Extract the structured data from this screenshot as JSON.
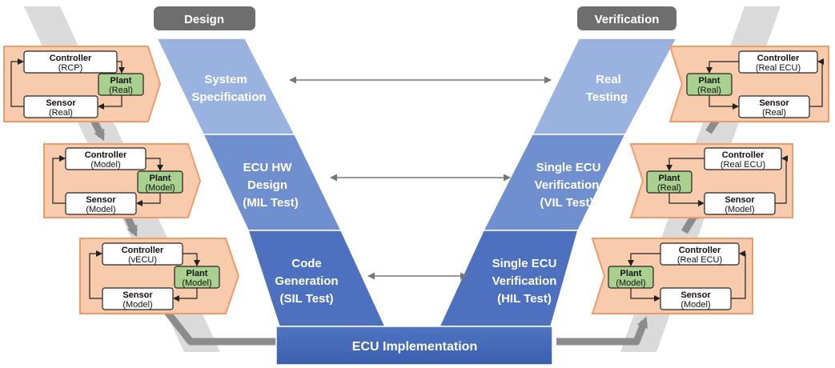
{
  "headers": {
    "design": "Design",
    "verification": "Verification"
  },
  "v_model": {
    "left": [
      {
        "lines": [
          "System",
          "Specification"
        ]
      },
      {
        "lines": [
          "ECU HW",
          "Design",
          "(MIL Test)"
        ]
      },
      {
        "lines": [
          "Code",
          "Generation",
          "(SIL Test)"
        ]
      }
    ],
    "right": [
      {
        "lines": [
          "Real",
          "Testing"
        ]
      },
      {
        "lines": [
          "Single ECU",
          "Verification",
          "(VIL Test)"
        ]
      },
      {
        "lines": [
          "Single ECU",
          "Verification",
          "(HIL Test)"
        ]
      }
    ],
    "bottom": "ECU Implementation"
  },
  "loops": {
    "left": [
      {
        "controller": "Controller",
        "controller_sub": "(RCP)",
        "plant": "Plant",
        "plant_sub": "(Real)",
        "sensor": "Sensor",
        "sensor_sub": "(Real)"
      },
      {
        "controller": "Controller",
        "controller_sub": "(Model)",
        "plant": "Plant",
        "plant_sub": "(Model)",
        "sensor": "Sensor",
        "sensor_sub": "(Model)"
      },
      {
        "controller": "Controller",
        "controller_sub": "(vECU)",
        "plant": "Plant",
        "plant_sub": "(Model)",
        "sensor": "Sensor",
        "sensor_sub": "(Model)"
      }
    ],
    "right": [
      {
        "controller": "Controller",
        "controller_sub": "(Real ECU)",
        "plant": "Plant",
        "plant_sub": "(Real)",
        "sensor": "Sensor",
        "sensor_sub": "(Real)"
      },
      {
        "controller": "Controller",
        "controller_sub": "(Real ECU)",
        "plant": "Plant",
        "plant_sub": "(Real)",
        "sensor": "Sensor",
        "sensor_sub": "(Model)"
      },
      {
        "controller": "Controller",
        "controller_sub": "(Real ECU)",
        "plant": "Plant",
        "plant_sub": "(Model)",
        "sensor": "Sensor",
        "sensor_sub": "(Model)"
      }
    ]
  },
  "colors": {
    "v_blue_light": "#8ea9dc",
    "v_blue_dark": "#3f66b5",
    "header_fill": "#6e6e6e",
    "loop_panel": "#f8cbad",
    "loop_border": "#ee9b6c",
    "plant_fill": "#a9d08e",
    "band_gray": "#cfcfcf",
    "arrow_gray": "#8c8c8c"
  }
}
